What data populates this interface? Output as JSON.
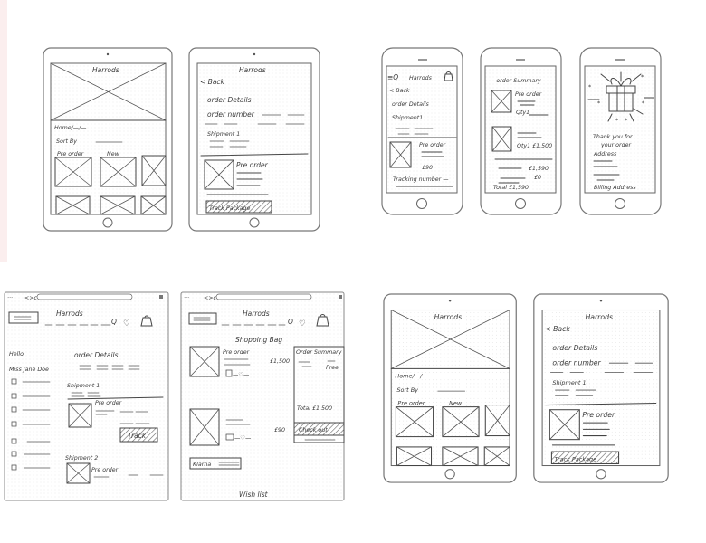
{
  "background_accent": "#fbeeee",
  "tablet_home": {
    "title": "Harrods",
    "breadcrumb": "Home/—/—",
    "sort_label": "Sort By",
    "tag_preorder": "Pre order",
    "tag_new": "New"
  },
  "tablet_order": {
    "title": "Harrods",
    "back": "< Back",
    "heading": "order Details",
    "order_number": "order number",
    "shipment": "Shipment 1",
    "item_label": "Pre order",
    "track_button": "Track Package"
  },
  "phone_order": {
    "title": "Harrods",
    "back": "< Back",
    "heading": "order Details",
    "shipment": "Shipment1",
    "item_label": "Pre order",
    "price": "£90",
    "tracking": "Tracking number —"
  },
  "phone_summary": {
    "heading": "— order Summary",
    "item1_label": "Pre order",
    "item1_qty": "Qty1",
    "item2_qty_price": "Qty1 £1,500",
    "subtotal": "£1,590",
    "shipping": "£0",
    "total": "Total £1,590"
  },
  "phone_thanks": {
    "message_line1": "Thank you for",
    "message_line2": "your order",
    "address": "Address",
    "billing": "Billing Address"
  },
  "browser_account": {
    "nav_icons": "<>c",
    "title": "Harrods",
    "greeting": "Hello",
    "name": "Miss Jane Doe",
    "heading": "order Details",
    "shipment1": "Shipment 1",
    "item1_label": "Pre order",
    "track_button": "Track",
    "shipment2": "Shipment 2",
    "item2_label": "Pre order"
  },
  "browser_bag": {
    "nav_icons": "<>c",
    "title": "Harrods",
    "heading": "Shopping Bag",
    "item1_label": "Pre order",
    "item1_price": "£1,500",
    "item2_price": "£90",
    "summary_title": "Order Summary",
    "shipping": "Free",
    "total": "Total £1,500",
    "checkout_button": "Check out",
    "klarna": "Klarna",
    "wishlist": "Wish list"
  }
}
